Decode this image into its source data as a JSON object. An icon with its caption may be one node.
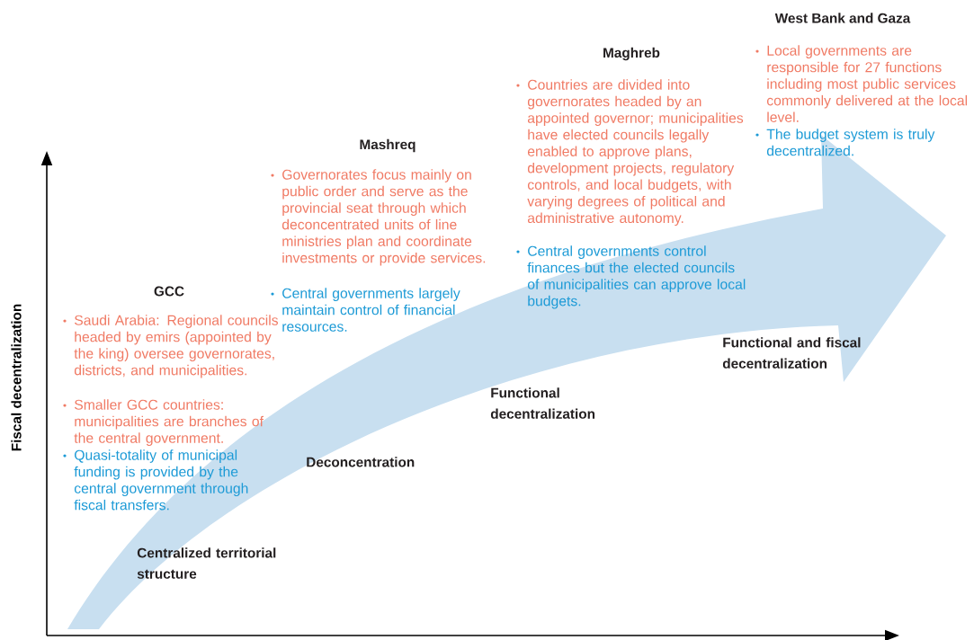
{
  "diagram": {
    "labels": [
      "West Bank and Gaza",
      "Local governments are responsible for 27 functions including most public services commonly delivered at the local level.",
      "The budget system is truly decentralized.",
      "Maghreb",
      "Countries are divided into governorates headed by an appointed governor; municipalities have elected councils legally enabled to approve plans, development projects, regulatory controls, and local budgets, with varying degrees of political and administrative autonomy.",
      "Central governments control finances but the elected councils of municipalities can approve local budgets.",
      "Mashreq",
      "Governorates focus mainly on public order and serve as the provincial seat through which deconcentrated units of line ministries plan and coordinate investments or provide services.",
      "Central governments largely maintain control of financial resources.",
      "GCC",
      "Saudi Arabia: Regional councils headed by emirs (appointed by the king) oversee governorates, districts, and municipalities.",
      "Smaller GCC countries: municipalities are branches of the central government.",
      "Quasi-totality of municipal funding is provided by the central government through fiscal transfers.",
      "Centralized territorial structure",
      "Deconcentration",
      "Functional decentralization",
      "Functional and fiscal decentralization",
      "Fiscal decentralization"
    ]
  }
}
